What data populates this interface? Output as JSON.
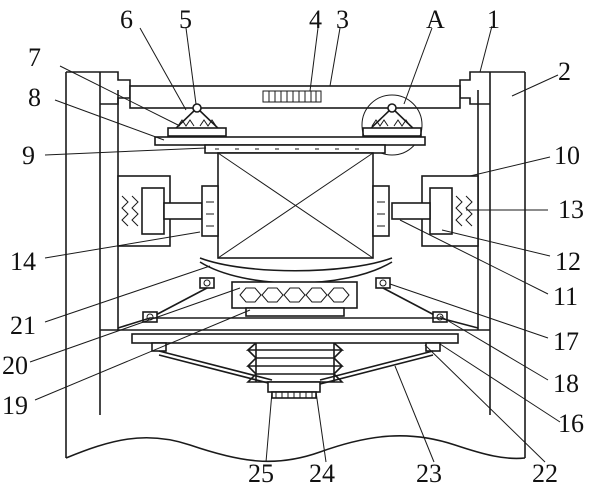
{
  "labels": {
    "l1": "1",
    "l2": "2",
    "l3": "3",
    "l4": "4",
    "l5": "5",
    "l6": "6",
    "lA": "A",
    "l7": "7",
    "l8": "8",
    "l9": "9",
    "l10": "10",
    "l11": "11",
    "l12": "12",
    "l13": "13",
    "l14": "14",
    "l16": "16",
    "l17": "17",
    "l18": "18",
    "l19": "19",
    "l20": "20",
    "l21": "21",
    "l22": "22",
    "l23": "23",
    "l24": "24",
    "l25": "25"
  }
}
